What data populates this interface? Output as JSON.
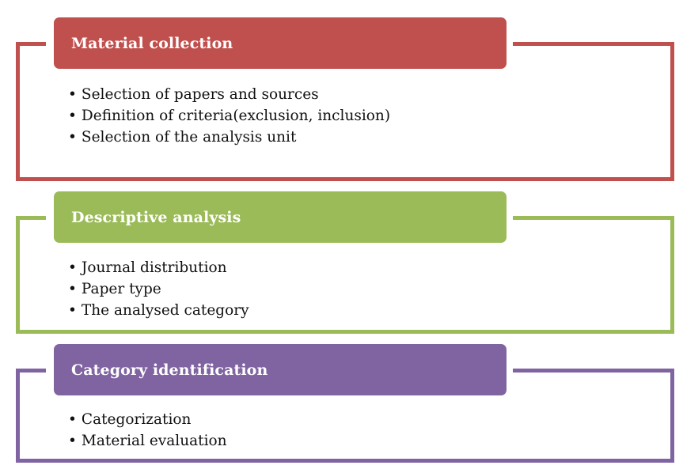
{
  "sections": [
    {
      "title": "Material collection",
      "color": "#c0504d",
      "items": [
        "Selection of papers and sources",
        "Definition of criteria(exclusion, inclusion)",
        "Selection of the analysis unit"
      ]
    },
    {
      "title": "Descriptive analysis",
      "color": "#9bbb59",
      "items": [
        "Journal distribution",
        "Paper type",
        "The analysed category"
      ]
    },
    {
      "title": "Category identification",
      "color": "#8064a2",
      "items": [
        "Categorization",
        "Material evaluation"
      ]
    }
  ]
}
